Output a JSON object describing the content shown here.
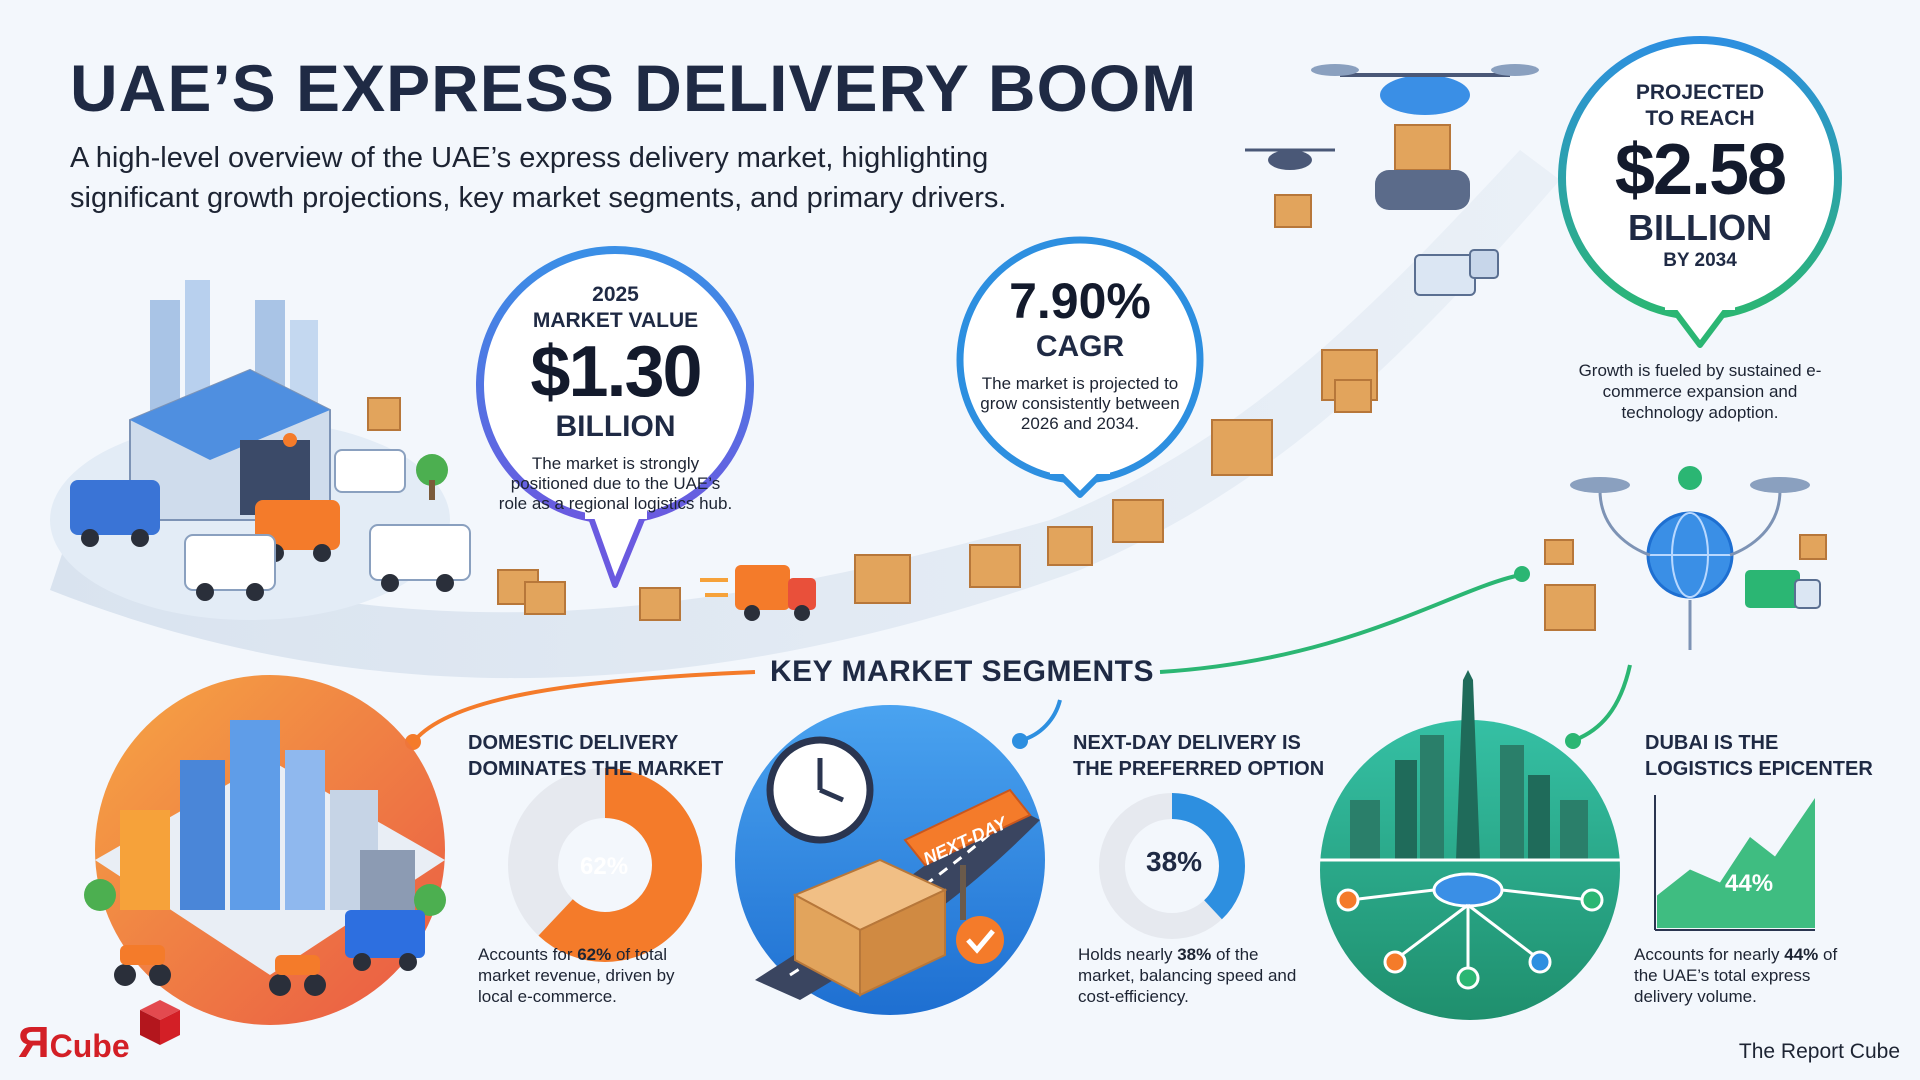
{
  "title": "UAE’S EXPRESS DELIVERY BOOM",
  "subtitle": "A high-level overview of the UAE’s express delivery market, highlighting significant growth projections, key market segments, and primary drivers.",
  "bubble_market": {
    "year": "2025",
    "label": "MARKET VALUE",
    "value": "$1.30",
    "unit": "BILLION",
    "note": "The market is strongly positioned due to the UAE’s role as a regional logistics hub."
  },
  "bubble_cagr": {
    "value": "7.90%",
    "label": "CAGR",
    "note": "The market is projected to grow consistently between 2026 and 2034."
  },
  "bubble_projection": {
    "label_line1": "PROJECTED",
    "label_line2": "TO REACH",
    "value": "$2.58",
    "unit": "BILLION",
    "year": "BY 2034"
  },
  "growth_note": "Growth is fueled by sustained e-commerce expansion and technology adoption.",
  "section_title": "KEY MARKET SEGMENTS",
  "segments": [
    {
      "heading_line1": "DOMESTIC DELIVERY",
      "heading_line2": "DOMINATES THE MARKET",
      "percent_label": "62%",
      "share": 0.62,
      "desc_pre": "Accounts for ",
      "desc_bold": "62%",
      "desc_post": " of total market revenue, driven by local e-commerce.",
      "color": "#f47b2a"
    },
    {
      "heading_line1": "NEXT-DAY DELIVERY IS",
      "heading_line2": "THE PREFERRED OPTION",
      "percent_label": "38%",
      "share": 0.38,
      "desc_pre": "Holds nearly ",
      "desc_bold": "38%",
      "desc_post": " of the market, balancing speed and cost-efficiency.",
      "color": "#2d8fe0"
    },
    {
      "heading_line1": "DUBAI IS THE",
      "heading_line2": "LOGISTICS EPICENTER",
      "percent_label": "44%",
      "share": 0.44,
      "desc_pre": "Accounts for nearly ",
      "desc_bold": "44%",
      "desc_post": " of the UAE’s total express delivery volume.",
      "color": "#2bb673"
    }
  ],
  "sign_text": "NEXT-DAY",
  "logo_r": "Я",
  "logo_text": "Cube",
  "brand": "The Report Cube",
  "colors": {
    "navy": "#1f2a44",
    "orange": "#f47b2a",
    "blue": "#2d8fe0",
    "green": "#2bb673",
    "purple": "#6a5ae0",
    "logo_red": "#d31f26"
  },
  "icons": [
    "warehouse-icon",
    "delivery-van-icon",
    "package-icon",
    "drone-icon",
    "globe-network-icon",
    "clock-icon",
    "checkmark-icon",
    "city-skyline-icon",
    "scooter-icon",
    "truck-icon"
  ]
}
